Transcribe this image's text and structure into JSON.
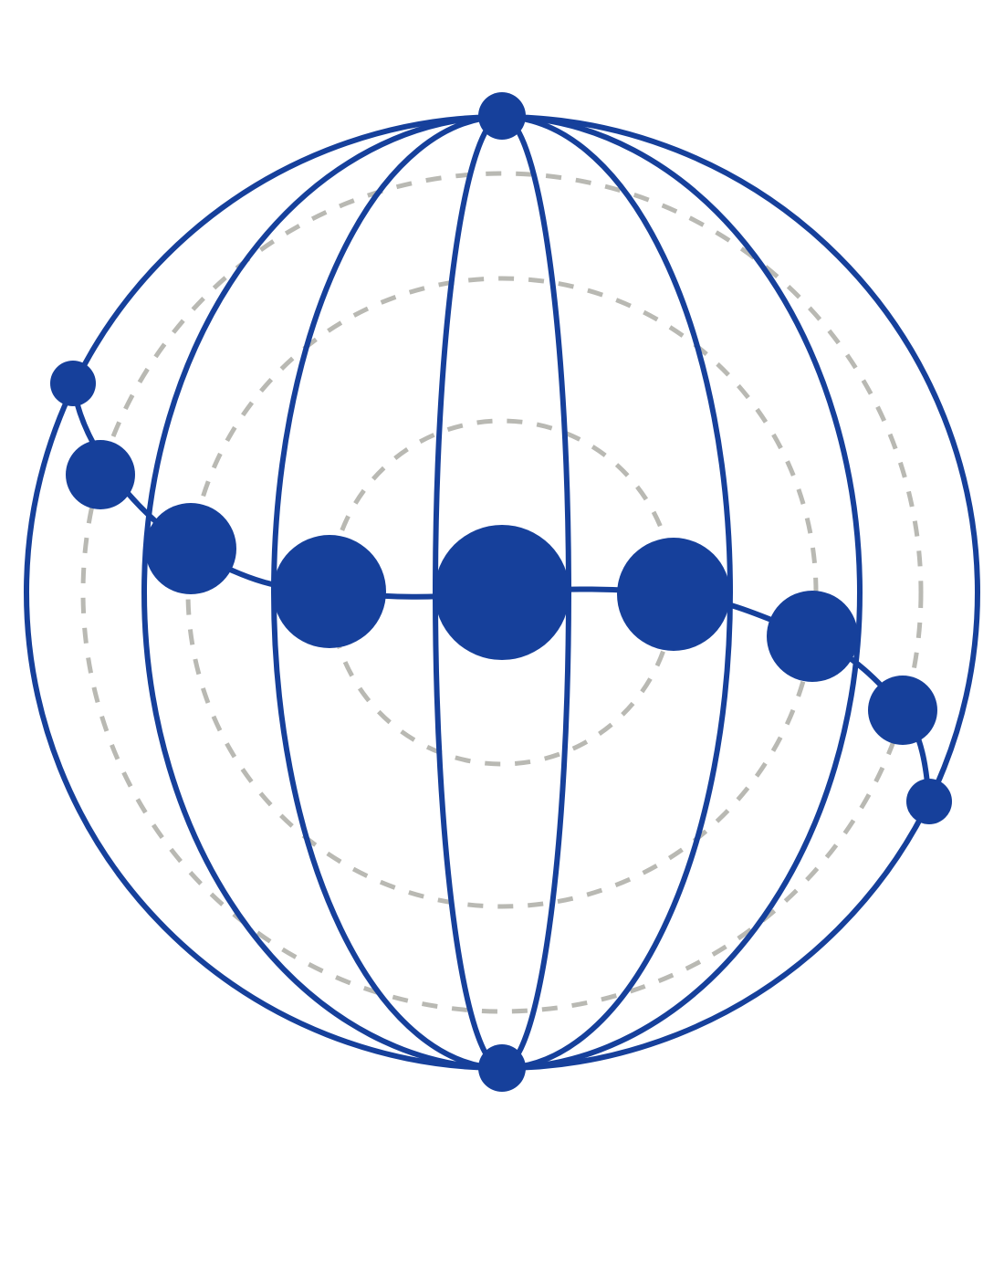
{
  "colors": {
    "primary": "#16409b",
    "dashed_ring": "#b9b9b3",
    "background": "#ffffff"
  },
  "diagram": {
    "shape": "globe-wireframe",
    "meridian_count": 7,
    "latitude_ring_count": 3,
    "pole_node_count": 2,
    "equator_node_count": 9,
    "ring_style": "dashed"
  }
}
